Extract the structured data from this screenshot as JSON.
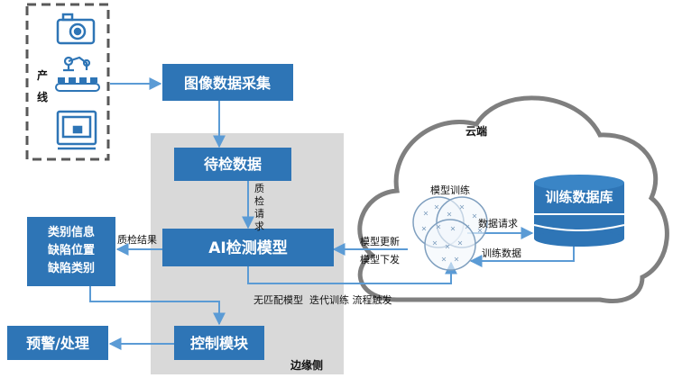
{
  "colors": {
    "box_fill": "#2e75b6",
    "arrow": "#5b9bd5",
    "edge_bg": "#d9d9d9",
    "cloud_stroke": "#7f7f7f",
    "dashed": "#595959",
    "icon": "#2e75b6",
    "circle_stroke": "#7f9fbf"
  },
  "production_line": {
    "label_lines": [
      "产",
      "线"
    ],
    "icons": [
      "camera-icon",
      "robot-arm-icon",
      "conveyor-icon",
      "machine-icon"
    ]
  },
  "boxes": {
    "image_collect": "图像数据采集",
    "pending": "待检数据",
    "ai_model": "AI检测模型",
    "control": "控制模块",
    "alert": "预警/处理",
    "results_lines": [
      "类别信息",
      "缺陷位置",
      "缺陷类别"
    ],
    "training_db": "训练数据库"
  },
  "labels": {
    "cloud": "云端",
    "edge": "边缘侧",
    "qc_request_chars": [
      "质",
      "检",
      "请",
      "求"
    ],
    "qc_result": "质检结果",
    "model_training": "模型训练",
    "data_request": "数据请求",
    "training_data": "训练数据",
    "model_update": "模型更新",
    "model_deploy": "模型下发",
    "bottom_triggers": "无匹配模型  迭代训练 流程触发"
  }
}
